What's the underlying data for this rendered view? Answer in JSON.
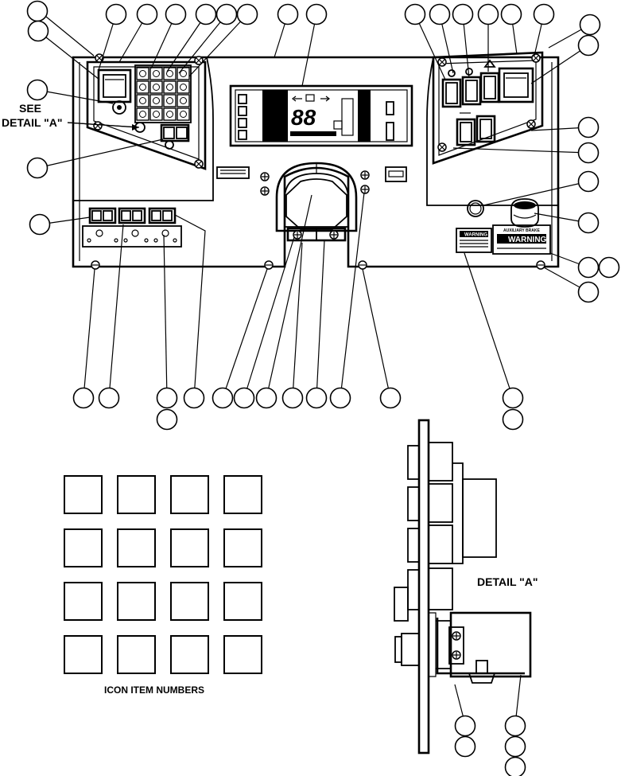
{
  "labels": {
    "see_detail_line1": "SEE",
    "see_detail_line2": "DETAIL \"A\"",
    "detail_a": "DETAIL \"A\"",
    "icon_item_numbers": "ICON ITEM NUMBERS",
    "display_digits": "88",
    "warning_main": "WARNING",
    "warning_small": "WARNING",
    "auxiliary_brake": "AUXILIARY BRAKE"
  },
  "icon_grid": {
    "rows": 4,
    "columns": 4
  }
}
